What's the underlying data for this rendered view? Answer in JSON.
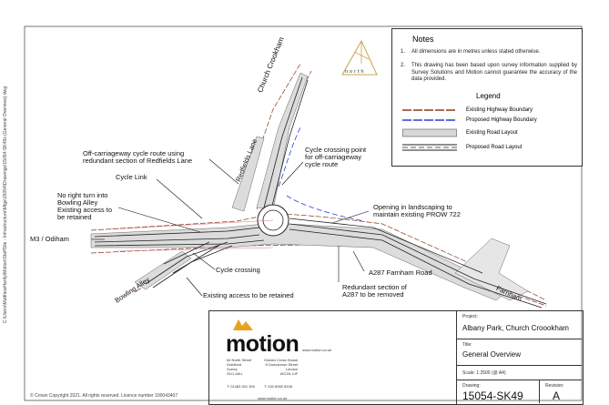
{
  "margin_text": "C:\\Users\\MatthewHardy\\Motion\\StaffSite - Infrastructure\\Mtgs\\15054\\Drawings\\15054-SK49s (General Overview).dwg",
  "copyright": "© Crown Copyright 2021. All rights reserved. Licence number 100043407",
  "north_label": "north",
  "notes": {
    "heading": "Notes",
    "items": [
      {
        "num": "1.",
        "text": "All dimensions are in metres unless stated otherwise."
      },
      {
        "num": "2.",
        "text": "This drawing has been based upon survey information supplied by Survey Solutions and Motion cannot guarantee the accuracy of the data provided."
      }
    ]
  },
  "legend": {
    "title": "Legend",
    "items": [
      {
        "label": "Existing Highway Boundary",
        "color": "#8b3a1a"
      },
      {
        "label": "Proposed Highway Boundary",
        "color": "#2b3fd6"
      },
      {
        "label": "Existing Road Layout",
        "color": "#d8d8d8"
      },
      {
        "label": "Proposed Road Layout",
        "color": "#222222"
      }
    ]
  },
  "roads": {
    "church_crookham": "Church Crookham",
    "redfields_lane": "Redfields Lane",
    "m3_odiham": "M3 / Odiham",
    "bowling_alley": "Bowling Alley",
    "farnham": "Farnham"
  },
  "annotations": {
    "off_carriageway": [
      "Off-carriageway cycle route using",
      "redundant section of Redfields Lane"
    ],
    "cycle_crossing_point": [
      "Cycle crossing point",
      "for off-carriageway",
      "cycle route"
    ],
    "cycle_link": "Cycle Link",
    "no_right_turn": [
      "No right turn into",
      "Bowling Alley",
      "Existing access to",
      "be retained"
    ],
    "opening": [
      "Opening in landscaping to",
      "maintain existing PROW 722"
    ],
    "a287": "A287 Farnham Road",
    "cycle_crossing": "Cycle crossing",
    "redundant_a287": [
      "Redundant section of",
      "A287 to be removed"
    ],
    "existing_access": "Existing access to be retained"
  },
  "company": {
    "name": "motion",
    "url": "www.motion.co.uk",
    "office1": "84 North Street\nGuildford\nSurrey\nGU1 4AU",
    "office2": "Golden Cross House\n8 Duncannon Street\nLondon\nWC2N 4JF",
    "tel1": "T: 01483 531 300",
    "tel2": "T: 020 8065 5208",
    "web": "www.motion.co.uk"
  },
  "title_block": {
    "project_label": "Project:",
    "project": "Albany Park, Church Croookham",
    "title_label": "Title:",
    "title": "General Overview",
    "scale": "Scale:   1:2500  (@ A4)",
    "drawing_label": "Drawing:",
    "drawing": "15054-SK49",
    "revision_label": "Revision:",
    "revision": "A"
  }
}
